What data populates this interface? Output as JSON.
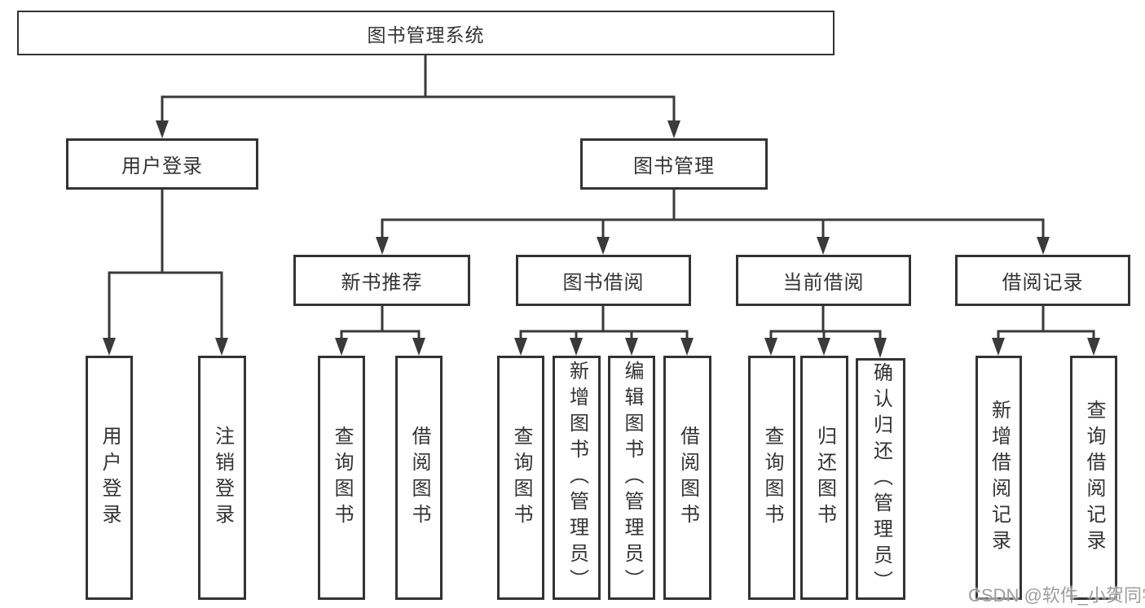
{
  "diagram": {
    "root": {
      "label": "图书管理系统"
    },
    "level2": [
      {
        "label": "用户登录",
        "children": [
          {
            "label": "用户登录"
          },
          {
            "label": "注销登录"
          }
        ]
      },
      {
        "label": "图书管理",
        "children": [
          {
            "label": "新书推荐",
            "children": [
              {
                "label": "查询图书"
              },
              {
                "label": "借阅图书"
              }
            ]
          },
          {
            "label": "图书借阅",
            "children": [
              {
                "label": "查询图书"
              },
              {
                "label": "新增图书（管理员）"
              },
              {
                "label": "编辑图书（管理员）"
              },
              {
                "label": "借阅图书"
              }
            ]
          },
          {
            "label": "当前借阅",
            "children": [
              {
                "label": "查询图书"
              },
              {
                "label": "归还图书"
              },
              {
                "label": "确认归还（管理员）"
              }
            ]
          },
          {
            "label": "借阅记录",
            "children": [
              {
                "label": "新增借阅记录"
              },
              {
                "label": "查询借阅记录"
              }
            ]
          }
        ]
      }
    ]
  },
  "watermark": {
    "text": "CSDN @软件_小贺同学"
  },
  "colors": {
    "line": "#3a3a3a",
    "border": "#333333",
    "text": "#333333",
    "background": "#ffffff",
    "watermark": "#8c8c8c"
  }
}
